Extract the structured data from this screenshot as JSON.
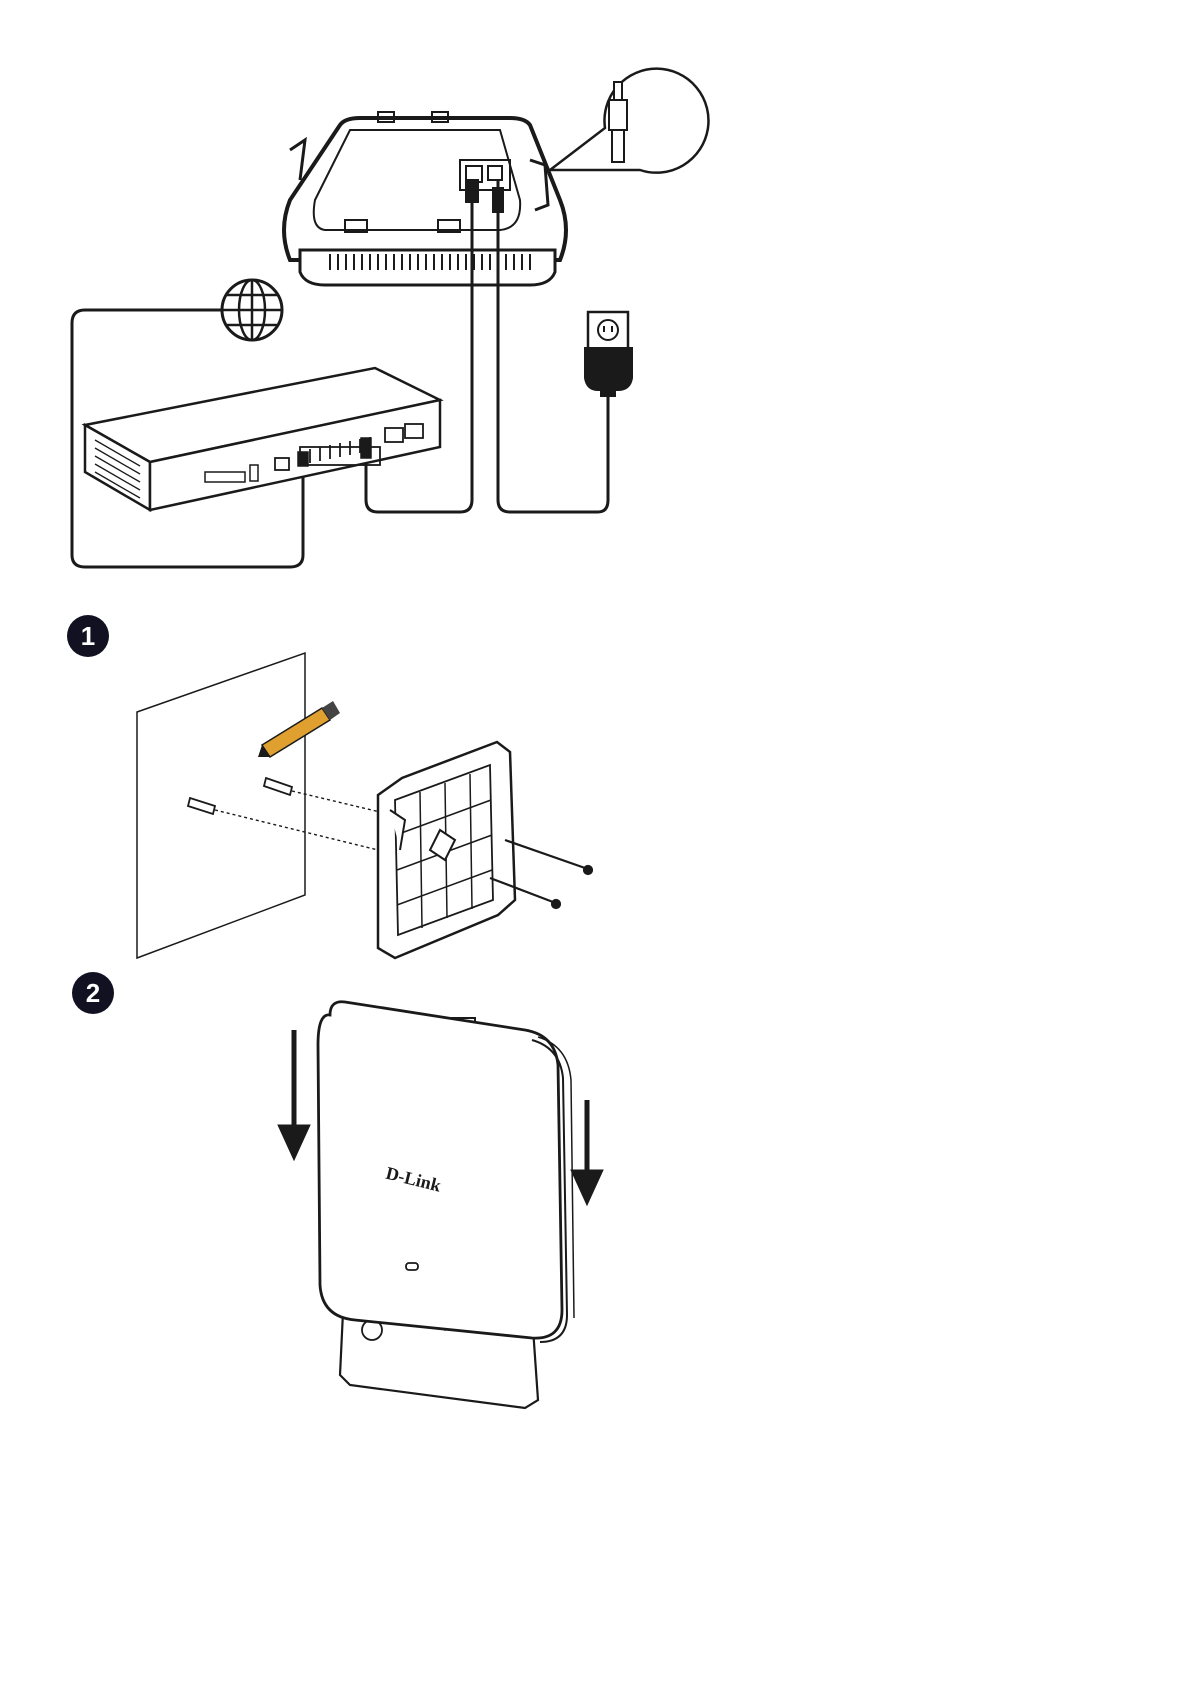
{
  "steps": [
    {
      "number": "1"
    },
    {
      "number": "2"
    }
  ],
  "device": {
    "brand": "D-Link"
  },
  "colors": {
    "line": "#1a1a1a",
    "badge": "#111122",
    "badge_text": "#ffffff",
    "pencil": "#e0a030",
    "paper": "#ffffff"
  },
  "icons": [
    "internet-globe-icon",
    "power-outlet-icon",
    "connector-zoom-callout",
    "pencil-icon",
    "wall-anchor-icon",
    "screw-icon",
    "down-arrow-icon"
  ]
}
